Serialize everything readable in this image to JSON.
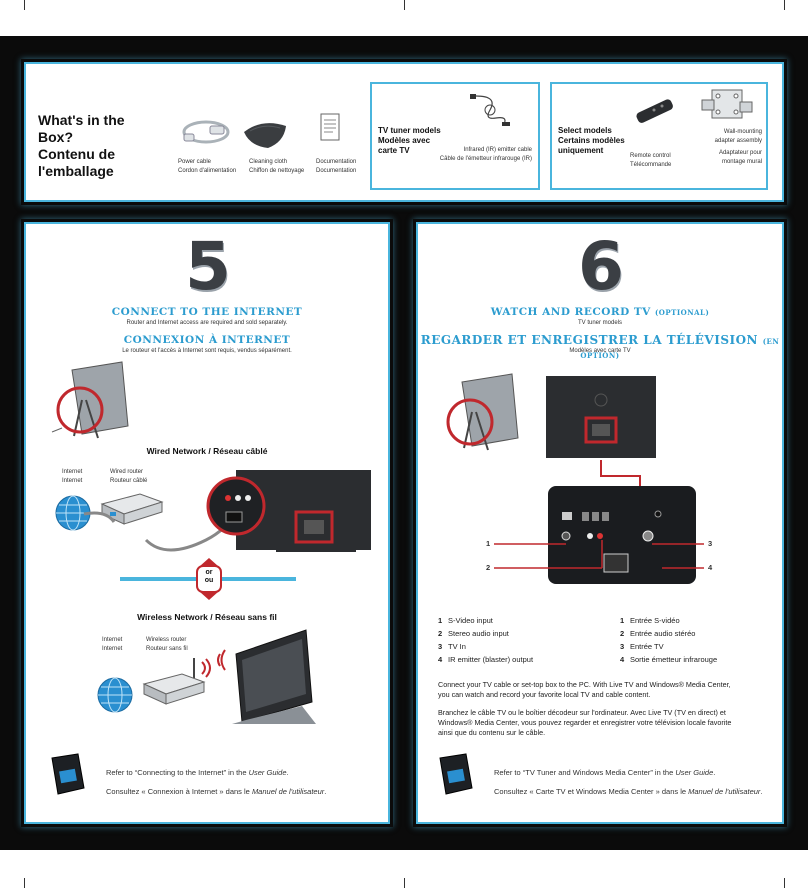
{
  "top": {
    "title": [
      "What's in the Box?",
      "Contenu de",
      "l'emballage"
    ],
    "items": [
      {
        "en": "Power cable",
        "fr": "Cordon d'alimentation",
        "icon": "power-cable-icon"
      },
      {
        "en": "Cleaning cloth",
        "fr": "Chiffon de nettoyage",
        "icon": "cleaning-cloth-icon"
      },
      {
        "en": "Documentation",
        "fr": "Documentation",
        "icon": "documentation-icon"
      }
    ],
    "tv_box": {
      "title": [
        "TV tuner models",
        "Modèles avec",
        "carte TV"
      ],
      "item_en": "Infrared (IR) emitter cable",
      "item_fr": "Câble de l'émetteur infrarouge (IR)"
    },
    "select_box": {
      "title": [
        "Select models",
        "Certains modèles",
        "uniquement"
      ],
      "remote_en": "Remote control",
      "remote_fr": "Télécommande",
      "wall_en": [
        "Wall-mounting",
        "adapter assembly"
      ],
      "wall_fr": [
        "Adaptateur pour",
        "montage mural"
      ]
    }
  },
  "step5": {
    "number": "5",
    "heading_en": "CONNECT TO THE INTERNET",
    "note_en": "Router and Internet access are required and sold separately.",
    "heading_fr": "CONNEXION À INTERNET",
    "note_fr": "Le routeur et l'accès à Internet sont requis, vendus séparément.",
    "wired_title": "Wired Network / Réseau câblé",
    "internet": [
      "Internet",
      "Internet"
    ],
    "wired_router": [
      "Wired router",
      "Routeur câblé"
    ],
    "or": [
      "or",
      "ou"
    ],
    "wireless_title": "Wireless Network / Réseau sans fil",
    "wireless_router": [
      "Wireless router",
      "Routeur sans fil"
    ],
    "ref_en_pre": "Refer to “Connecting to the Internet” in the ",
    "ref_en_em": "User Guide",
    "ref_en_post": ".",
    "ref_fr_pre": "Consultez « Connexion à Internet » dans le ",
    "ref_fr_em": "Manuel de l'utilisateur",
    "ref_fr_post": "."
  },
  "step6": {
    "number": "6",
    "heading_en": "WATCH AND RECORD TV",
    "heading_en_opt": "(OPTIONAL)",
    "note_en": "TV tuner models",
    "heading_fr": "REGARDER ET ENREGISTRER LA TÉLÉVISION",
    "heading_fr_opt": "(EN OPTION)",
    "note_fr": "Modèles avec carte TV",
    "callouts": [
      "1",
      "2",
      "3",
      "4"
    ],
    "legend_en": [
      {
        "n": "1",
        "t": "S-Video input"
      },
      {
        "n": "2",
        "t": "Stereo audio input"
      },
      {
        "n": "3",
        "t": "TV In"
      },
      {
        "n": "4",
        "t": "IR emitter (blaster) output"
      }
    ],
    "legend_fr": [
      {
        "n": "1",
        "t": "Entrée S-vidéo"
      },
      {
        "n": "2",
        "t": "Entrée audio stéréo"
      },
      {
        "n": "3",
        "t": "Entrée TV"
      },
      {
        "n": "4",
        "t": "Sortie émetteur infrarouge"
      }
    ],
    "para_en": [
      "Connect your TV cable or set-top box to the PC. With Live TV and Windows® Media Center,",
      "you can watch and record your favorite local TV and cable content."
    ],
    "para_fr": [
      "Branchez le câble TV ou le boîtier décodeur sur l'ordinateur. Avec Live TV (TV en direct) et",
      "Windows® Media Center, vous pouvez regarder et enregistrer votre télévision locale favorite",
      "ainsi que du contenu sur le câble."
    ],
    "ref_en_pre": "Refer to “TV Tuner and Windows Media Center” in the ",
    "ref_en_em": "User Guide",
    "ref_en_post": ".",
    "ref_fr_pre": "Consultez « Carte TV et Windows Media Center » dans le ",
    "ref_fr_em": "Manuel de l'utilisateur",
    "ref_fr_post": "."
  },
  "colors": {
    "accent": "#4ab5dd",
    "heading": "#2c9ccf",
    "callout_red": "#c0282d",
    "globe": "#2a8fd0"
  }
}
